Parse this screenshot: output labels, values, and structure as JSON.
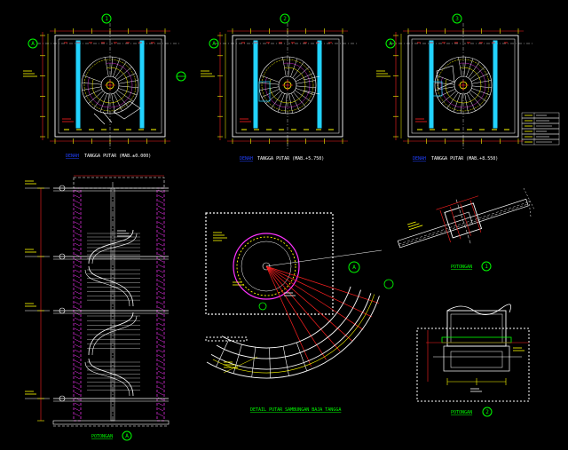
{
  "colors": {
    "background": "#000000",
    "white": "#ffffff",
    "yellow": "#ffff00",
    "green": "#00ff00",
    "cyan": "#22d3ff",
    "red": "#ff2020",
    "magenta": "#ff33ff",
    "blue": "#2040ff",
    "purple": "#cc44ff"
  },
  "plans": [
    {
      "grid_label": "A",
      "bubble": "1",
      "title_prefix": "DENAH",
      "title": "TANGGA PUTAR (MAB.±0.000)"
    },
    {
      "grid_label": "A",
      "bubble": "2",
      "title_prefix": "DENAH",
      "title": "TANGGA PUTAR (MAB.+5.750)"
    },
    {
      "grid_label": "A",
      "bubble": "3",
      "title_prefix": "DENAH",
      "title": "TANGGA PUTAR (MAB.+8.550)"
    }
  ],
  "section": {
    "title": "POTONGAN",
    "bubble": "A"
  },
  "detail": {
    "title": "DETAIL PUTAR SAMBUNGAN BAJA TANGGA",
    "bubble": "A"
  },
  "cut1": {
    "title": "POTONGAN",
    "bubble": "1"
  },
  "cut2": {
    "title": "POTONGAN",
    "bubble": "2"
  }
}
